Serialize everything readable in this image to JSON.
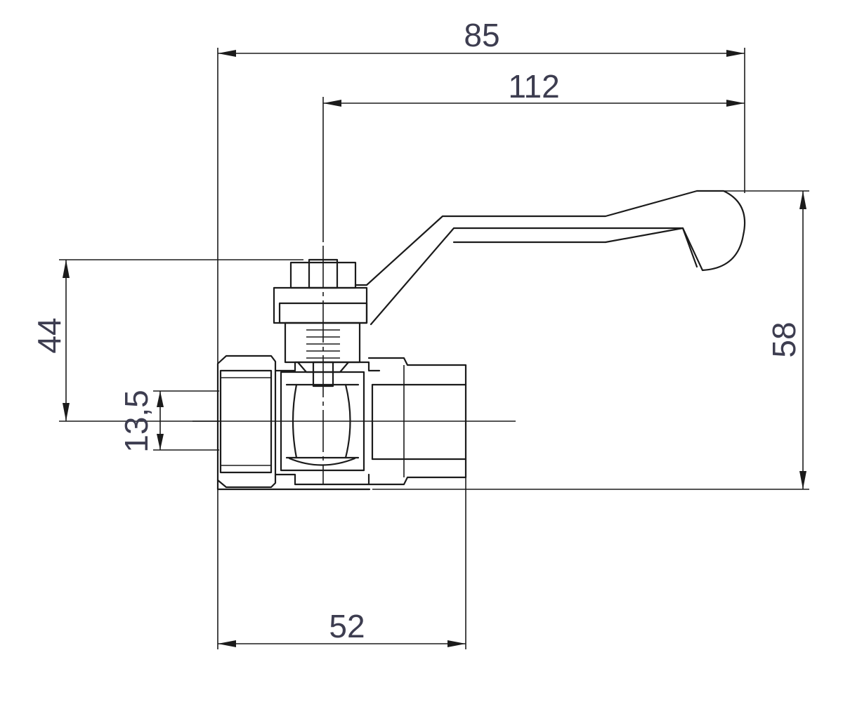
{
  "dimensions": {
    "overall_length": "85",
    "handle_length": "112",
    "stem_height": "44",
    "bore_diameter": "13,5",
    "total_height": "58",
    "body_length": "52"
  },
  "colors": {
    "line": "#1b1b1b",
    "label": "#3d3d50",
    "background": "#ffffff"
  }
}
